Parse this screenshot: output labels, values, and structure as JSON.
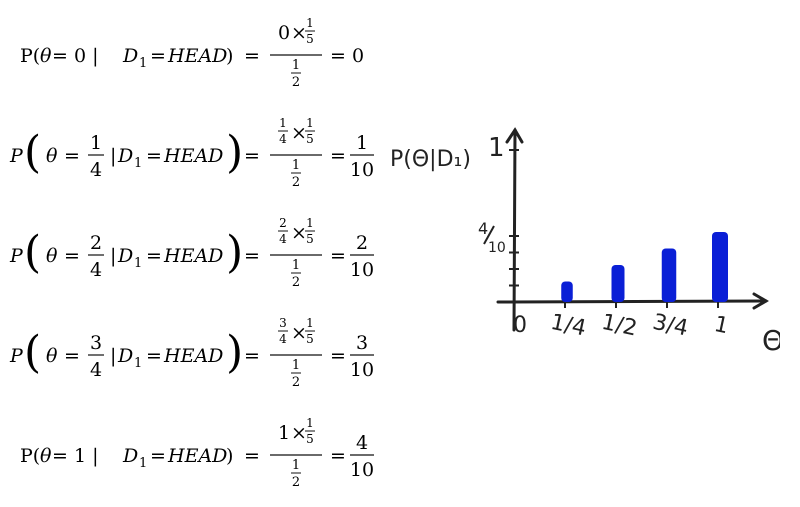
{
  "equations": [
    {
      "lhs_theta": "0",
      "lhs_frac": null,
      "rhs_num_left": "0",
      "rhs_num_right": {
        "num": "1",
        "den": "5"
      },
      "rhs_den": {
        "num": "1",
        "den": "2"
      },
      "result": "0",
      "result_frac": null,
      "condition": "D",
      "sub": "1",
      "value": "HEAD",
      "big_parens": false
    },
    {
      "lhs_theta": null,
      "lhs_frac": {
        "num": "1",
        "den": "4"
      },
      "rhs_num_left_frac": {
        "num": "1",
        "den": "4"
      },
      "rhs_num_right": {
        "num": "1",
        "den": "5"
      },
      "rhs_den": {
        "num": "1",
        "den": "2"
      },
      "result": null,
      "result_frac": {
        "num": "1",
        "den": "10"
      },
      "condition": "D",
      "sub": "1",
      "value": "HEAD",
      "big_parens": true
    },
    {
      "lhs_theta": null,
      "lhs_frac": {
        "num": "2",
        "den": "4"
      },
      "rhs_num_left_frac": {
        "num": "2",
        "den": "4"
      },
      "rhs_num_right": {
        "num": "1",
        "den": "5"
      },
      "rhs_den": {
        "num": "1",
        "den": "2"
      },
      "result": null,
      "result_frac": {
        "num": "2",
        "den": "10"
      },
      "condition": "D",
      "sub": "1",
      "value": "HEAD",
      "big_parens": true
    },
    {
      "lhs_theta": null,
      "lhs_frac": {
        "num": "3",
        "den": "4"
      },
      "rhs_num_left_frac": {
        "num": "3",
        "den": "4"
      },
      "rhs_num_right": {
        "num": "1",
        "den": "5"
      },
      "rhs_den": {
        "num": "1",
        "den": "2"
      },
      "result": null,
      "result_frac": {
        "num": "3",
        "den": "10"
      },
      "condition": "D",
      "sub": "1",
      "value": "HEAD",
      "big_parens": true
    },
    {
      "lhs_theta": "1",
      "lhs_frac": null,
      "rhs_num_left": "1",
      "rhs_num_right": {
        "num": "1",
        "den": "5"
      },
      "rhs_den": {
        "num": "1",
        "den": "2"
      },
      "result": null,
      "result_frac": {
        "num": "4",
        "den": "10"
      },
      "condition": "D",
      "sub": "1",
      "value": "HEAD",
      "big_parens": false
    }
  ],
  "symbols": {
    "P": "P",
    "theta": "θ",
    "equals": "=",
    "times": "×",
    "bar": "|"
  },
  "sketch": {
    "ylabel": "P(Θ|D₁)",
    "y_tick_top": "1",
    "y_tick_mid_num": "4",
    "y_tick_mid_den": "10",
    "xlabel": "Θ",
    "x_ticks": [
      "0",
      "1/4",
      "1/2",
      "3/4",
      "1"
    ],
    "bar_color": "#0a1fd6",
    "ink_color": "#222222"
  },
  "chart_data": {
    "type": "bar",
    "categories": [
      "0",
      "1/4",
      "1/2",
      "3/4",
      "1"
    ],
    "values": [
      0,
      0.1,
      0.2,
      0.3,
      0.4
    ],
    "xlabel": "Θ",
    "ylabel": "P(Θ|D₁)",
    "ylim": [
      0,
      1
    ]
  }
}
